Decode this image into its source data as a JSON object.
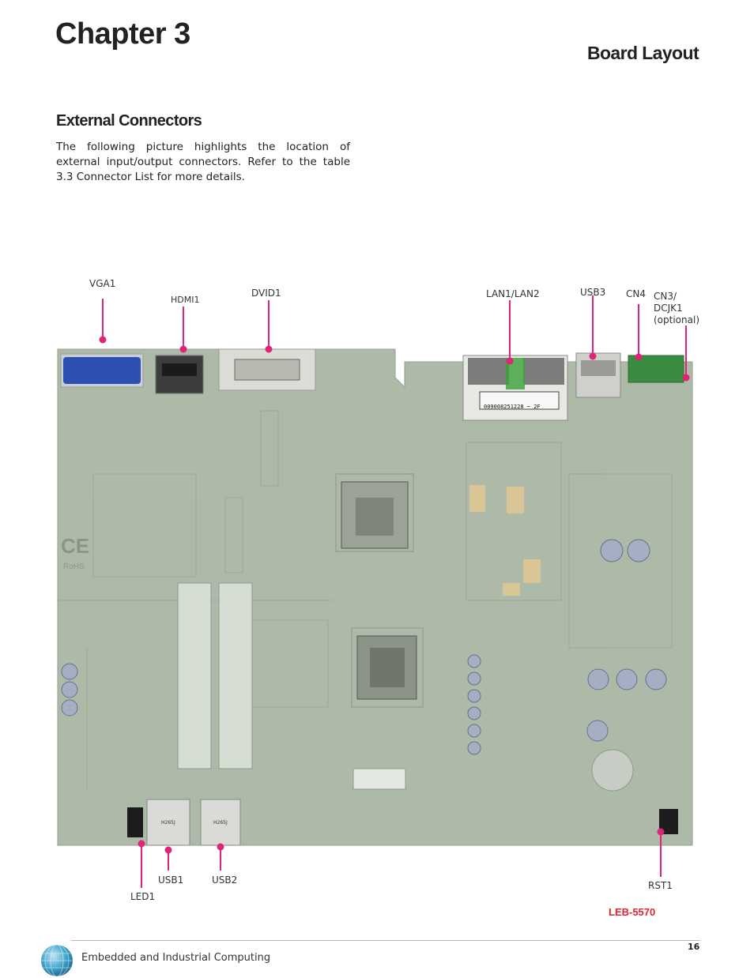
{
  "header": {
    "chapter": "Chapter 3",
    "section": "Board Layout"
  },
  "content": {
    "heading": "External Connectors",
    "paragraph": "The following picture highlights the location of external input/output connectors.  Refer to the table 3.3 Connector List for more details."
  },
  "figure": {
    "labels": {
      "vga1": "VGA1",
      "hdmi1": "HDMI1",
      "dvid1": "DVID1",
      "lan": "LAN1/LAN2",
      "usb3": "USB3",
      "cn4": "CN4",
      "cn3_line1": "CN3/",
      "cn3_line2": "DCJK1",
      "cn3_line3": "(optional)",
      "led1": "LED1",
      "usb1": "USB1",
      "usb2": "USB2",
      "rst1": "RST1"
    },
    "board_text": {
      "serial": "009008251228 ~  2F",
      "usb_port_a": "H265J",
      "usb_port_b": "H265J"
    },
    "model": "LEB-5570",
    "pointer_color": "#e0247a",
    "board_color": "#aab7a4"
  },
  "footer": {
    "company": "Embedded and Industrial Computing",
    "page": "16"
  }
}
